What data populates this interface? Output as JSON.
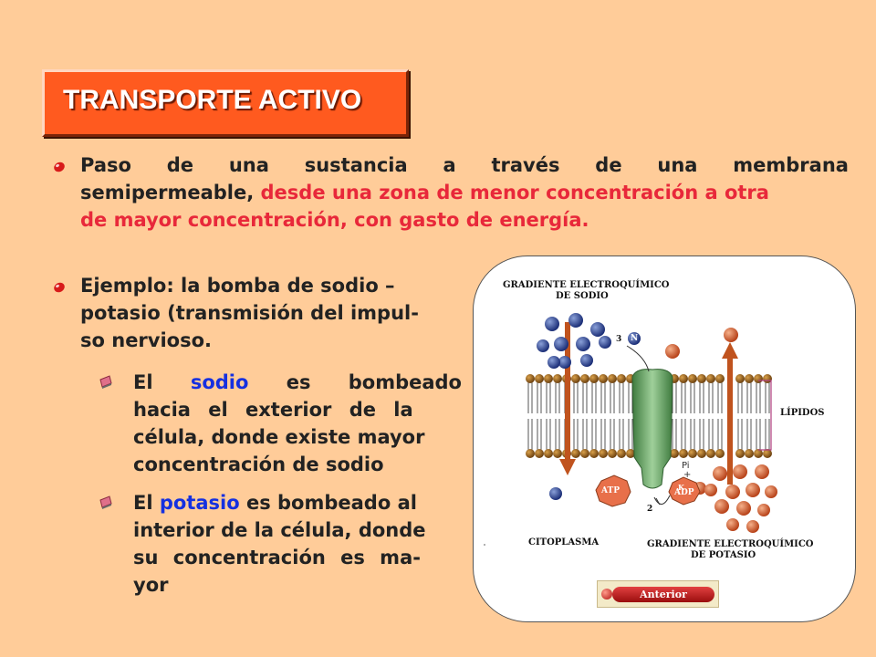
{
  "title": "TRANSPORTE ACTIVO",
  "definition": {
    "line1_words": [
      "Paso",
      "de",
      "una",
      "sustancia",
      "a",
      "través",
      "de",
      "una",
      "membrana"
    ],
    "line2_black": "semipermeable,",
    "line2_red": "desde una zona de menor concentración a otra",
    "line3_red": "de mayor concentración, con gasto de energía."
  },
  "example": {
    "line1": "Ejemplo: la bomba de sodio –",
    "line2": "potasio (transmisión del impul-",
    "line3": "so nervioso."
  },
  "sodium_point": {
    "l1_a": "El",
    "l1_b": "sodio",
    "l1_c": "es",
    "l1_d": "bombeado",
    "line2": "hacia el exterior de la",
    "line3": "célula, donde existe mayor",
    "line4": "concentración de sodio"
  },
  "potassium_point": {
    "l1_a": "El",
    "l1_b": "potasio",
    "l1_c": "es bombeado al",
    "line2": "interior de la célula, donde",
    "line3": "su concentración es ma-",
    "line4": "yor"
  },
  "diagram": {
    "gradient_sodium_l1": "GRADIENTE ELECTROQUÍMICO",
    "gradient_sodium_l2": "DE SODIO",
    "lipids": "LÍPIDOS",
    "cytoplasm": "CITOPLASMA",
    "gradient_potassium_l1": "GRADIENTE ELECTROQUÍMICO",
    "gradient_potassium_l2": "DE POTASIO",
    "num_3": "3",
    "na_symbol": "N",
    "num_2": "2",
    "k_symbol": "K",
    "atp": "ATP",
    "adp": "ADP",
    "pi": "Pi",
    "plus": "+"
  },
  "nav": {
    "previous_button": "Anterior"
  },
  "colors": {
    "background": "#FFCC99",
    "title_box": "#FF5A1F",
    "highlight_red": "#E8283A",
    "highlight_blue": "#1530E0"
  },
  "icons": {
    "main_bullet": "red-oval-bullet-icon",
    "sub_bullet": "pink-book-bullet-icon"
  }
}
